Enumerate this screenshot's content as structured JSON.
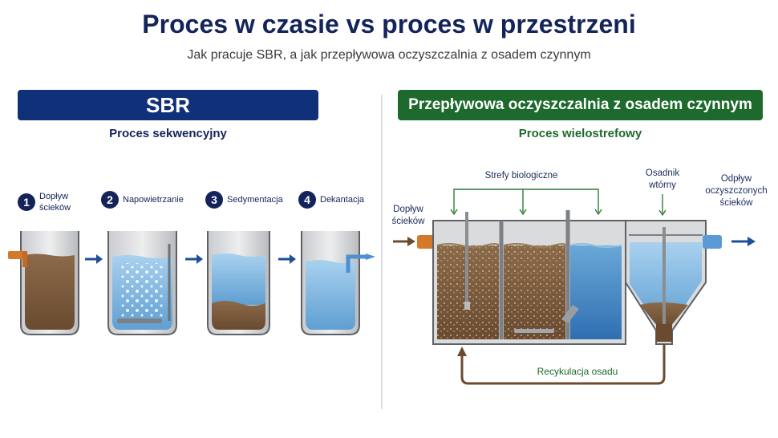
{
  "title": "Proces w czasie vs proces w przestrzeni",
  "subtitle": "Jak pracuje SBR, a jak przepływowa oczyszczalnia z osadem czynnym",
  "sbr": {
    "banner": "SBR",
    "subtitle": "Proces sekwencyjny",
    "steps": [
      {
        "num": "1",
        "label": "Dopływ ścieków"
      },
      {
        "num": "2",
        "label": "Napowietrzanie"
      },
      {
        "num": "3",
        "label": "Sedymentacja"
      },
      {
        "num": "4",
        "label": "Dekantacja"
      }
    ]
  },
  "flow": {
    "banner": "Przepływowa oczyszczalnia z osadem czynnym",
    "subtitle": "Proces wielostrefowy",
    "bio_zones": "Strefy biologiczne",
    "inflow": "Dopływ ścieków",
    "clarifier": "Osadnik wtórny",
    "outflow": "Odpływ oczyszczonych ścieków",
    "recirculation": "Recykulacja osadu"
  },
  "colors": {
    "navy": "#14245a",
    "sbr_banner": "#10307a",
    "flow_banner": "#1d6a2c",
    "sludge": "#7a5a3c",
    "water": "#7fb6de",
    "pipe_in": "#d4782a",
    "pipe_out": "#5a9ad6"
  }
}
